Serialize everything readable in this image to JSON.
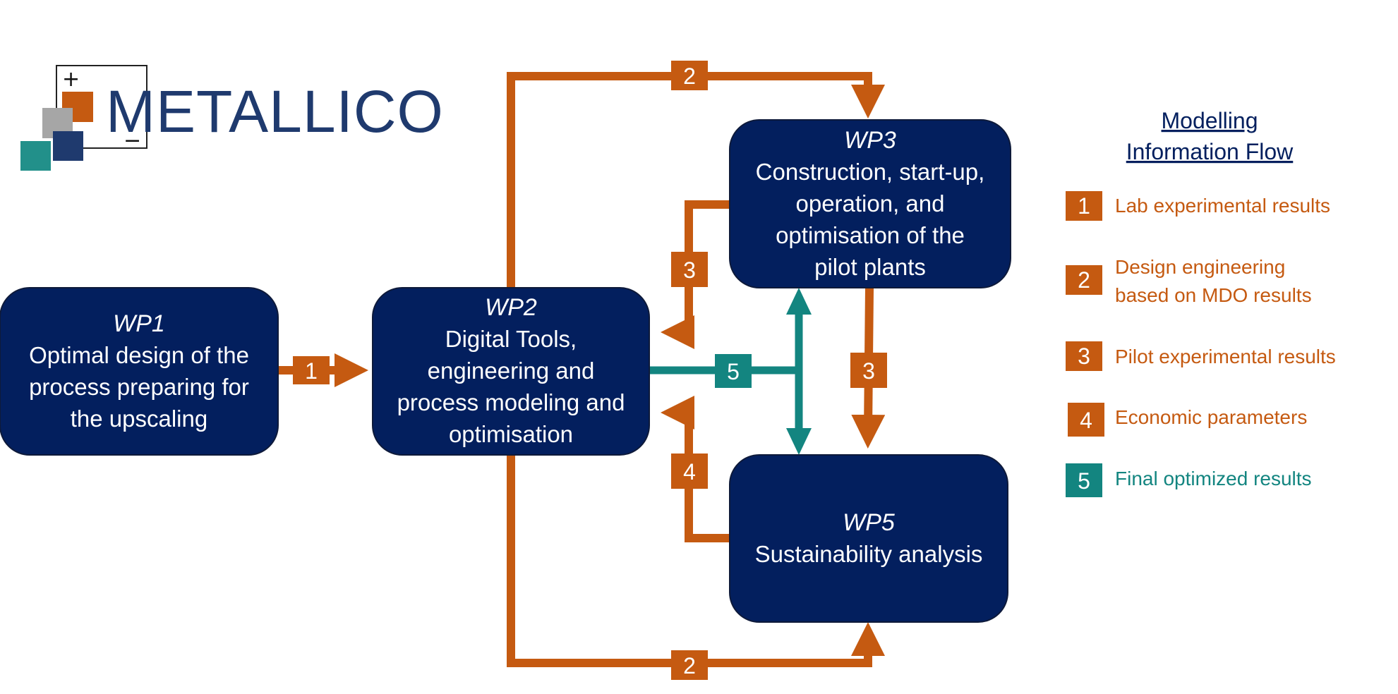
{
  "logo": {
    "name": "METALLICO",
    "plus": "+",
    "minus": "−"
  },
  "boxes": {
    "wp1": {
      "title": "WP1",
      "lines": [
        "Optimal design of the",
        "process preparing for",
        "the upscaling"
      ]
    },
    "wp2": {
      "title": "WP2",
      "lines": [
        "Digital Tools,",
        "engineering and",
        "process modeling and",
        "optimisation"
      ]
    },
    "wp3": {
      "title": "WP3",
      "lines": [
        "Construction, start-up,",
        "operation, and",
        "optimisation of the",
        "pilot plants"
      ]
    },
    "wp5": {
      "title": "WP5",
      "lines": [
        "Sustainability analysis"
      ]
    }
  },
  "flows": {
    "f1": "1",
    "f2_top": "2",
    "f2_bottom": "2",
    "f3_left": "3",
    "f3_right": "3",
    "f4": "4",
    "f5": "5"
  },
  "legend": {
    "heading_line1": "Modelling",
    "heading_line2": "Information Flow",
    "items": [
      {
        "num": "1",
        "lines": [
          "Lab experimental results"
        ],
        "color": "#c55a11"
      },
      {
        "num": "2",
        "lines": [
          "Design engineering",
          "based on MDO results"
        ],
        "color": "#c55a11"
      },
      {
        "num": "3",
        "lines": [
          "Pilot experimental results"
        ],
        "color": "#c55a11"
      },
      {
        "num": "4",
        "lines": [
          "Economic parameters"
        ],
        "color": "#c55a11"
      },
      {
        "num": "5",
        "lines": [
          "Final optimized results"
        ],
        "color": "#138580"
      }
    ]
  },
  "colors": {
    "box": "#031f5e",
    "orange": "#c55a11",
    "teal": "#138580",
    "logo_gray": "#a6a6a6",
    "logo_navy": "#1f3a6e"
  }
}
